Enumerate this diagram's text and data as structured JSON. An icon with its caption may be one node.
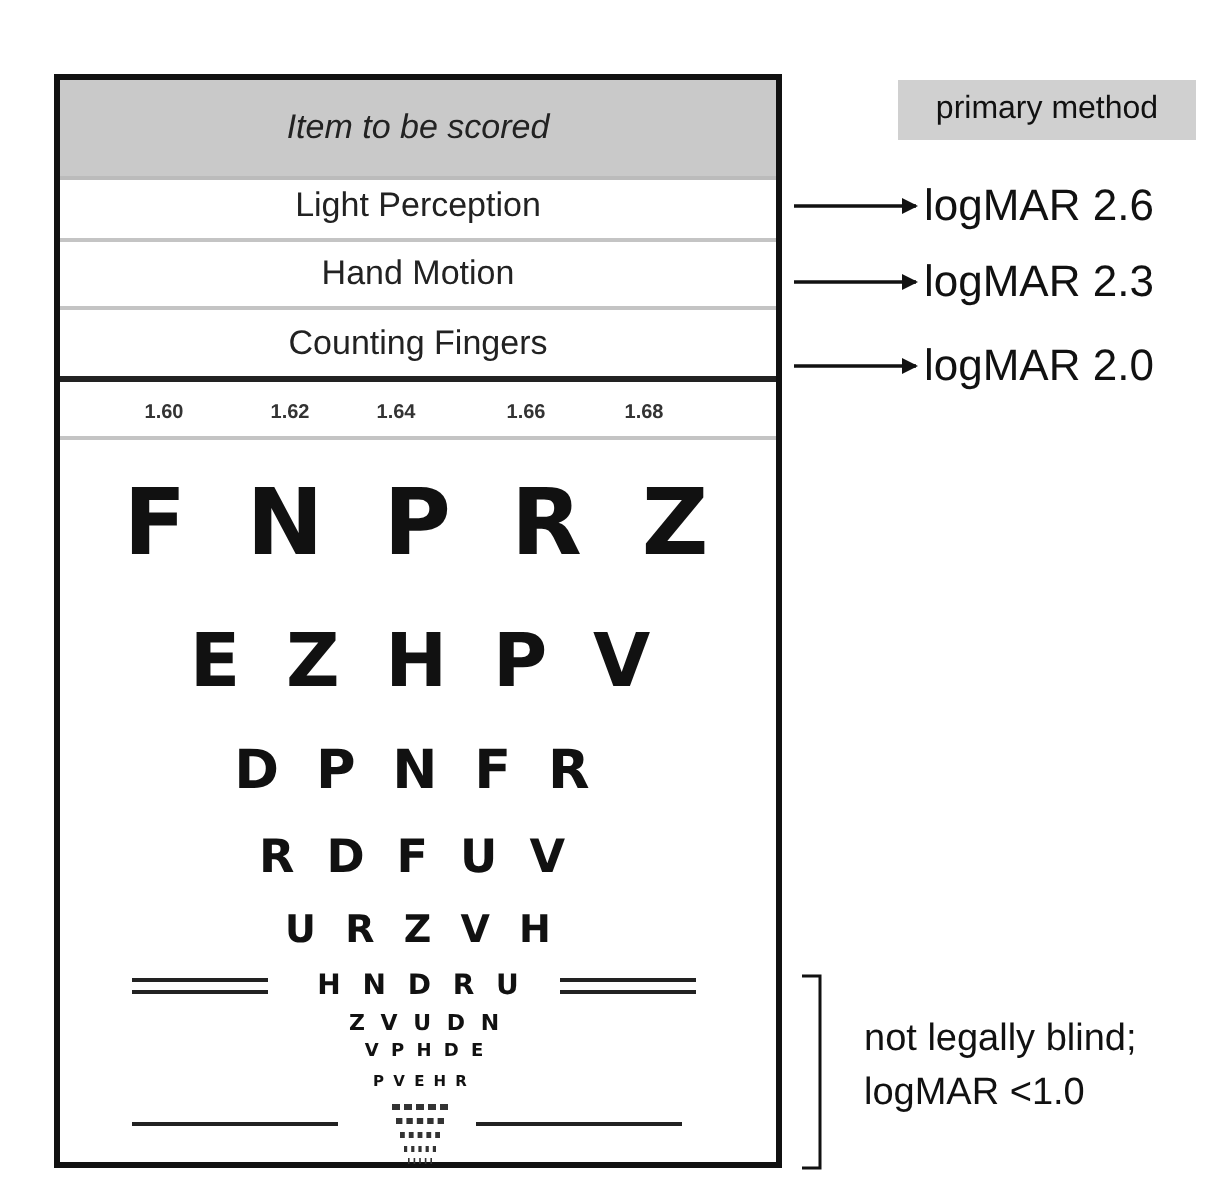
{
  "diagram": {
    "nodes": [
      {
        "text": [],
        "shape": "box"
      },
      {
        "text": [
          "Item to be scored"
        ],
        "in": 0
      },
      {
        "text": [
          "Light Perception"
        ],
        "in": 0
      },
      {
        "text": [
          "Hand Motion"
        ],
        "in": 0
      },
      {
        "text": [
          "Counting Fingers"
        ],
        "in": 0
      },
      {
        "text": [
          "primary method"
        ]
      },
      {
        "text": [
          "logMAR 2.6"
        ]
      },
      {
        "text": [
          "logMAR 2.3"
        ]
      },
      {
        "text": [
          "logMAR 2.0"
        ]
      }
    ],
    "edges": [
      {
        "from": 2,
        "to": 6,
        "arrow": "to"
      },
      {
        "from": 3,
        "to": 7,
        "arrow": "to"
      },
      {
        "from": 4,
        "to": 8,
        "arrow": "to"
      }
    ],
    "labels": [
      "1.60",
      "1.62",
      "1.64",
      "1.66",
      "1.68",
      "F N P R Z",
      "E Z H P V",
      "D P N F R",
      "R D F U V",
      "U R Z V H",
      "H N D R U",
      "Z V U D N",
      "V P H D E",
      "P V E H R",
      "not legally blind; logMAR <1.0"
    ]
  }
}
